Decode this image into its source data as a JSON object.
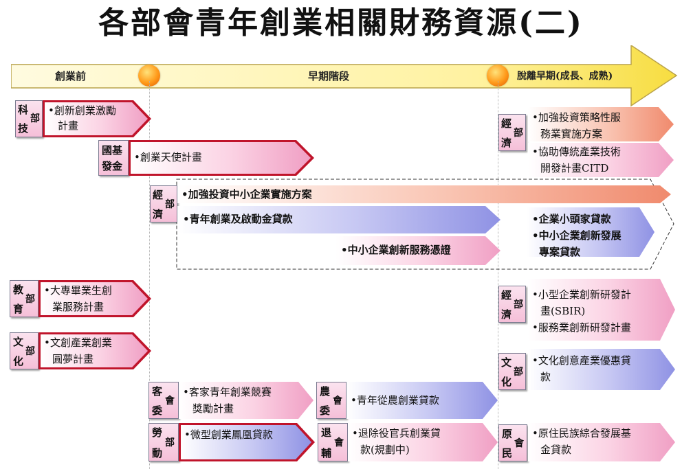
{
  "title": "各部會青年創業相關財務資源(二)",
  "phases": {
    "pre": "創業前",
    "early": "早期階段",
    "post": "脫離早期(成長、成熟)"
  },
  "agencies": {
    "nsc": [
      "科",
      "部",
      "技"
    ],
    "ndf": [
      "國基",
      "發金"
    ],
    "moea_a": [
      "經",
      "部",
      "濟"
    ],
    "moea_b": [
      "經",
      "部",
      "濟"
    ],
    "moea_c": [
      "經",
      "部",
      "濟"
    ],
    "moe": [
      "教",
      "部",
      "育"
    ],
    "moc_a": [
      "文",
      "部",
      "化"
    ],
    "moc_b": [
      "文",
      "部",
      "化"
    ],
    "hakka": [
      "客",
      "會",
      "委"
    ],
    "coa": [
      "農",
      "會",
      "委"
    ],
    "mol": [
      "勞",
      "部",
      "動"
    ],
    "vac": [
      "退",
      "會",
      "輔"
    ],
    "cip": [
      "原",
      "會",
      "民"
    ]
  },
  "programs": {
    "innovation": [
      "•創新創業激勵",
      "計畫"
    ],
    "angel": "•創業天使計畫",
    "smb_invest": "•加強投資中小企業實施方案",
    "youth_loan": "•青年創業及啟動金貸款",
    "smb_innov_cert": "•中小企業創新服務憑證",
    "strategic": [
      "•加強投資策略性服",
      "務業實施方案"
    ],
    "citd": [
      "•協助傳統產業技術",
      "開發計畫CITD"
    ],
    "micro_loan": "•企業小頭家貸款",
    "smb_dev_loan": [
      "•中小企業創新發展",
      "專案貸款"
    ],
    "college": [
      "•大專畢業生創",
      "業服務計畫"
    ],
    "sbir": [
      "•小型企業創新研發計",
      "畫(SBIR)"
    ],
    "service_rd": "•服務業創新研發計畫",
    "culture_dream": [
      "•文創產業創業",
      "圓夢計畫"
    ],
    "culture_loan": [
      "•文化創意產業優惠貸",
      "款"
    ],
    "hakka_contest": [
      "•客家青年創業競賽",
      "獎勵計畫"
    ],
    "farm_loan": "•青年從農創業貸款",
    "phoenix_loan": "•微型創業鳳凰貸款",
    "veteran_loan": [
      "•退除役官兵創業貸",
      "款(規劃中)"
    ],
    "indigenous_loan": [
      "•原住民族綜合發展基",
      "金貸款"
    ]
  }
}
